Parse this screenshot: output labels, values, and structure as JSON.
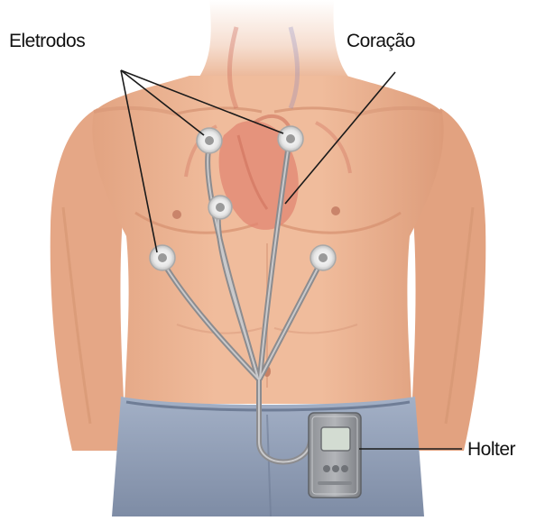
{
  "labels": {
    "electrodes": "Eletrodos",
    "heart": "Coração",
    "holter": "Holter"
  },
  "colors": {
    "skin": "#eab18f",
    "skin_shadow": "#d9987a",
    "skin_light": "#f4cfb5",
    "neck_fade": "#f6ded0",
    "pants": "#8f9eb6",
    "pants_dark": "#77869e",
    "cable": "#8f8f92",
    "cable_light": "#c4c4c6",
    "electrode": "#f2f2f2",
    "heart": "#e07f6c",
    "device": "#9b9da2",
    "device_dark": "#6f7277",
    "screen": "#cfd8cf",
    "leader_line": "#1a1a1a"
  },
  "icons": {
    "electrode": "electrode-pad-icon",
    "device": "holter-monitor-icon"
  }
}
